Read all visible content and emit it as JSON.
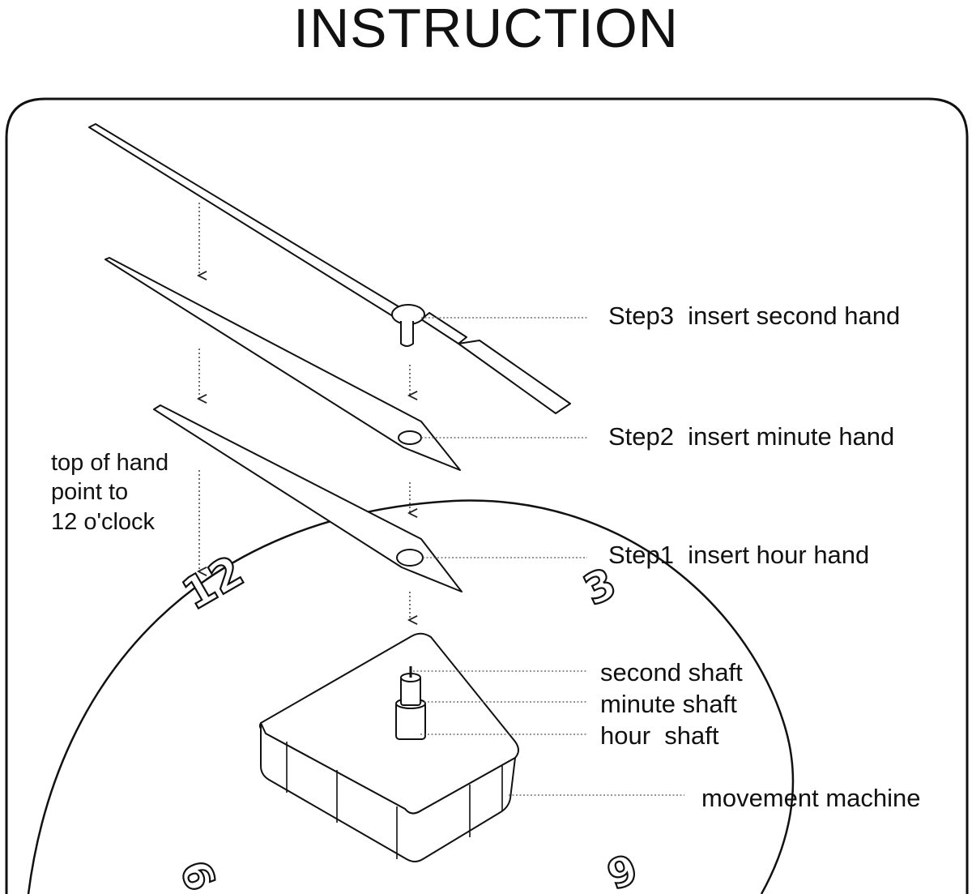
{
  "title": "INSTRUCTION",
  "steps": {
    "step3": "Step3  insert second hand",
    "step2": "Step2  insert minute hand",
    "step1": "Step1  insert hour hand"
  },
  "parts": {
    "second_shaft": "second shaft",
    "minute_shaft": "minute shaft",
    "hour_shaft": "hour  shaft",
    "movement": "movement machine"
  },
  "note": {
    "line1": "top of hand",
    "line2": "point to",
    "line3": "12 o'clock"
  },
  "dial_numbers": {
    "twelve": "12",
    "three": "3",
    "six": "6",
    "nine": "9"
  }
}
